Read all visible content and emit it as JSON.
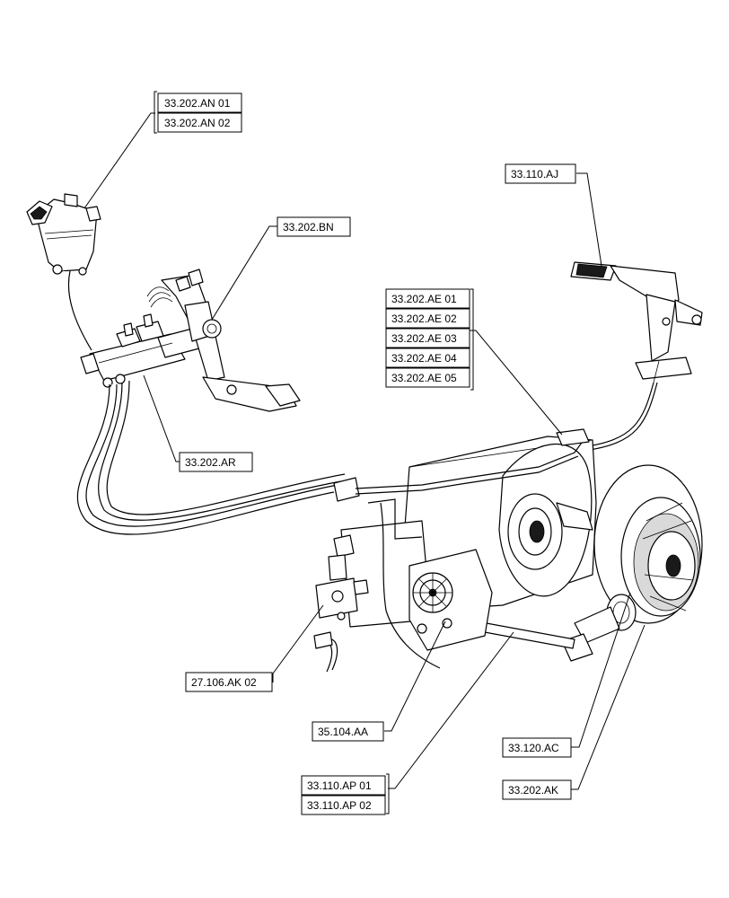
{
  "labels": {
    "an01": "33.202.AN 01",
    "an02": "33.202.AN 02",
    "aj": "33.110.AJ",
    "bn": "33.202.BN",
    "ae01": "33.202.AE 01",
    "ae02": "33.202.AE 02",
    "ae03": "33.202.AE 03",
    "ae04": "33.202.AE 04",
    "ae05": "33.202.AE 05",
    "ar": "33.202.AR",
    "ak02": "27.106.AK 02",
    "aa": "35.104.AA",
    "ac": "33.120.AC",
    "ap01": "33.110.AP 01",
    "ap02": "33.110.AP 02",
    "ak": "33.202.AK"
  }
}
